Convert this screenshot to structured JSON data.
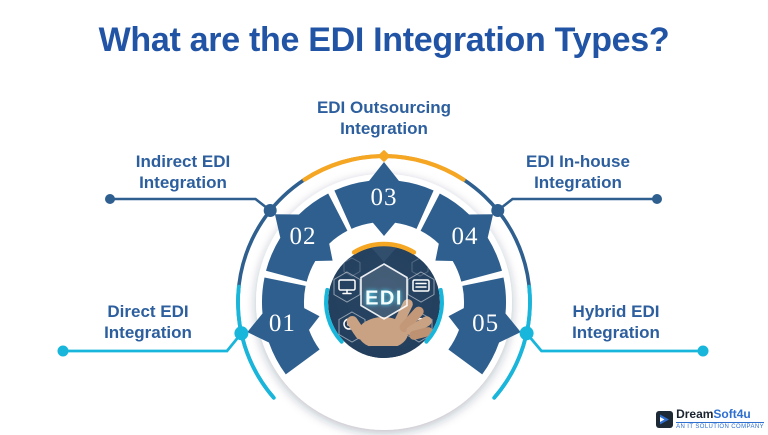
{
  "title": "What are the EDI Integration Types?",
  "diagram": {
    "center_text": "EDI",
    "segments": [
      {
        "number": "01",
        "label_line1": "Direct EDI",
        "label_line2": "Integration"
      },
      {
        "number": "02",
        "label_line1": "Indirect EDI",
        "label_line2": "Integration"
      },
      {
        "number": "03",
        "label_line1": "EDI Outsourcing",
        "label_line2": "Integration"
      },
      {
        "number": "04",
        "label_line1": "EDI In-house",
        "label_line2": "Integration"
      },
      {
        "number": "05",
        "label_line1": "Hybrid EDI",
        "label_line2": "Integration"
      }
    ],
    "center_icons": [
      "monitor-icon",
      "gears-icon",
      "server-icon",
      "sync-icon",
      "hand-holding-hologram"
    ]
  },
  "colors": {
    "title_blue": "#2254a6",
    "label_blue": "#2d5f9e",
    "segment_navy": "#2e5f8f",
    "accent_orange": "#f5a623",
    "accent_cyan": "#18b6db",
    "number_white": "#ffffff"
  },
  "footer": {
    "logo_word_dark": "Dream",
    "logo_word_blue": "Soft4u",
    "tagline": "An IT Solution Company"
  }
}
